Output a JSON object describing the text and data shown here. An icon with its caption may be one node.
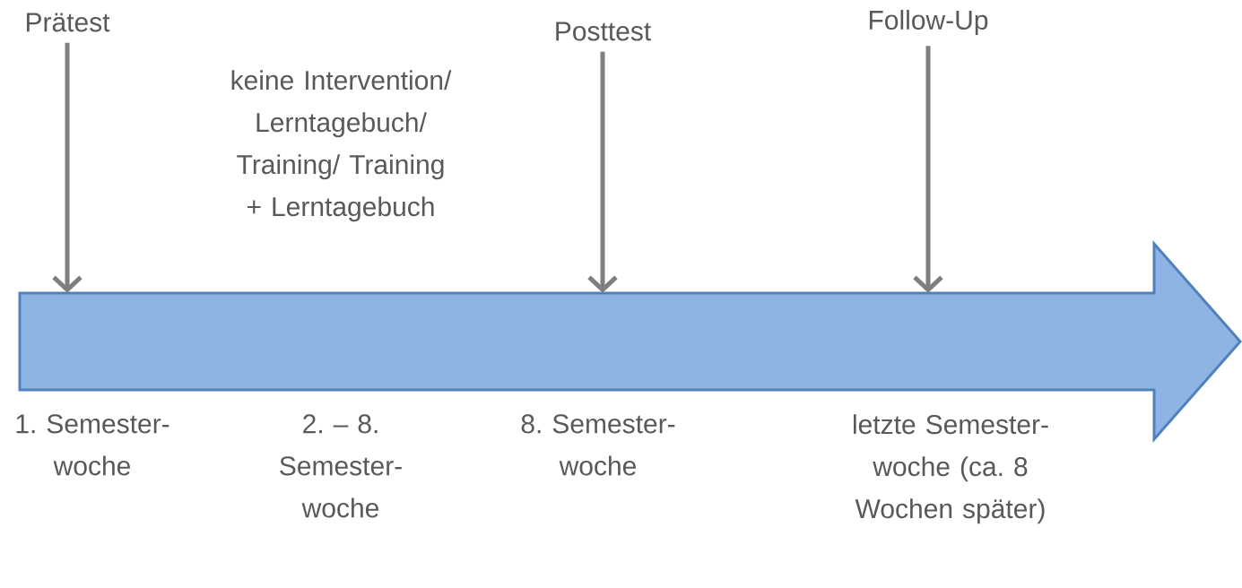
{
  "diagram": {
    "nodes": [
      {
        "text": [
          "Prätest"
        ]
      },
      {
        "text": [
          "Posttest"
        ]
      },
      {
        "text": [
          "Follow-Up"
        ]
      },
      {
        "text": [],
        "shape": "arrow"
      }
    ],
    "edges": [
      {
        "from": 0,
        "to": 3,
        "arrow": "to"
      },
      {
        "from": 1,
        "to": 3,
        "arrow": "to"
      },
      {
        "from": 2,
        "to": 3,
        "arrow": "to"
      }
    ],
    "labels": [
      "keine Intervention/ Lerntagebuch/ Training/ Training + Lerntagebuch",
      "1. Semester- woche",
      "2. – 8. Semester- woche",
      "8. Semester- woche",
      "letzte Semester- woche (ca. 8 Wochen später)"
    ]
  }
}
